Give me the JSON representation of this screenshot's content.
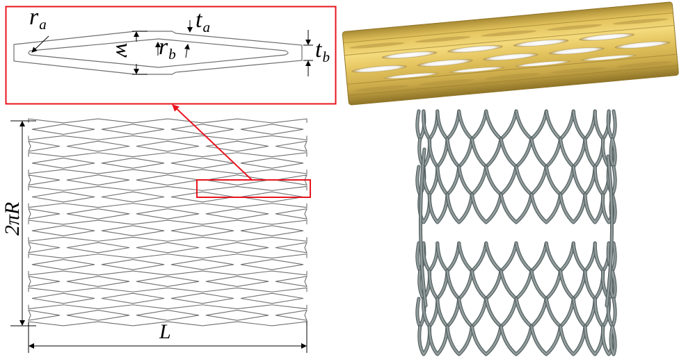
{
  "figure": {
    "description": "Stent geometry: unit strut detail, flat unrolled pattern, crimped 3D stent, and expanded 3D stent",
    "colors": {
      "highlight_red": "#e8141e",
      "strut_line": "#6e6e6e",
      "dimension_line": "#000000",
      "gold_base": "#e2c25c",
      "gold_dark": "#a88a34",
      "gold_light": "#f4da7c",
      "wire_gray": "#7d8888",
      "wire_dark": "#4b5656"
    }
  },
  "inset": {
    "title": "unit-strut-detail",
    "labels": {
      "r_a": {
        "main": "r",
        "sub": "a"
      },
      "t_a": {
        "main": "t",
        "sub": "a"
      },
      "r_b": {
        "main": "r",
        "sub": "b"
      },
      "t_b": {
        "main": "t",
        "sub": "b"
      },
      "w": "w"
    }
  },
  "flat_pattern": {
    "rows": 12,
    "columns": 4,
    "dimensions": {
      "circumference_label": "2πR",
      "length_label": "L"
    }
  },
  "views": {
    "crimped_stent": "gold-crimped-stent-3d",
    "expanded_stent": "gray-expanded-stent-3d"
  }
}
